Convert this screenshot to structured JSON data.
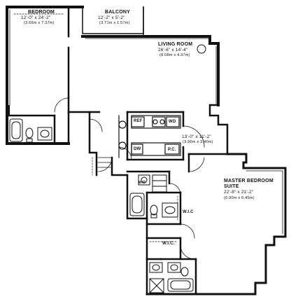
{
  "plan": {
    "rooms": {
      "bedroom": {
        "name": "BEDROOM",
        "dim": "12'-0\" x 24'-2\"",
        "metric": "(3.66m x 7.37m)"
      },
      "balcony": {
        "name": "BALCONY",
        "dim": "12'-2\" x 5'-2\"",
        "metric": "(3.71m x 1.57m)"
      },
      "living": {
        "name": "LIVING ROOM",
        "dim": "26'-6\" x 14'-4\"",
        "metric": "(8.08m x 4.37m)"
      },
      "dining": {
        "name": "",
        "dim": "13'-0\" x 11'-2\"",
        "metric": "(3.96m x 3.40m)"
      },
      "master": {
        "name_line1": "MASTER BEDROOM",
        "name_line2": "SUITE",
        "dim": "22'-8\" x 21'-2\"",
        "metric": "(6.90m x 6.45m)"
      }
    },
    "labels": {
      "ref": "REF",
      "wd": "WD",
      "dw": "DW",
      "pc": "P.C.",
      "wic1": "W.I.C",
      "wic2": "W.I.C.",
      "wd2": "W/D"
    }
  }
}
